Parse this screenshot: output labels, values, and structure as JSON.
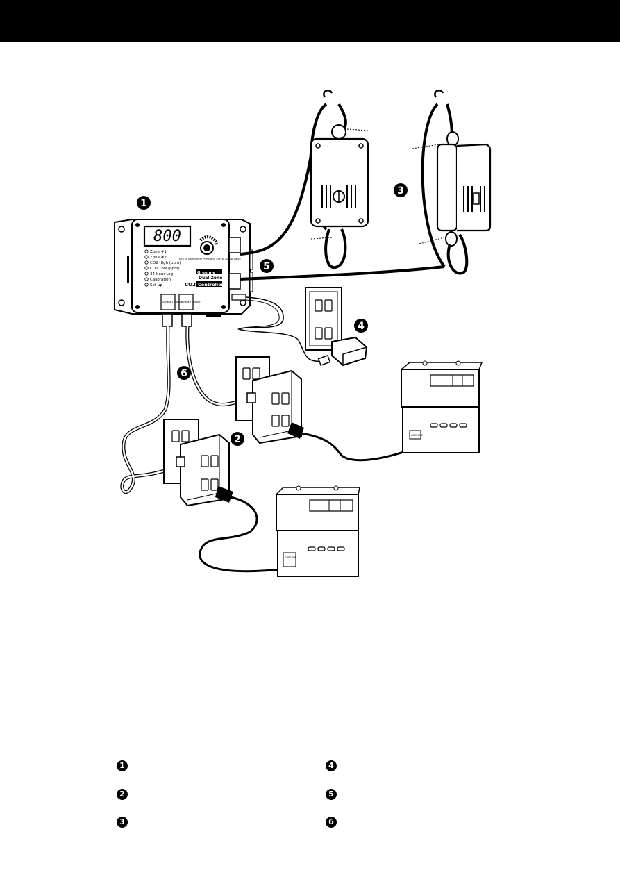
{
  "controller": {
    "display": "800",
    "menu_items": [
      "Zone #1",
      "Zone #2",
      "CO2 High (ppm)",
      "CO2 Low (ppm)",
      "24-hour Log",
      "Calibration",
      "Set-up"
    ],
    "brand": "Greenne",
    "product_line1": "Dual Zone",
    "product_line2": "CO2",
    "product_line3": "Controller",
    "knob_hint": "Turn to Select Item Press and Turn to Adjust Value",
    "outlet_1": "Zone #1 Output",
    "outlet_2": "Zone #2 Output"
  },
  "generator_label": "GREENNE",
  "callouts": [
    "1",
    "2",
    "3",
    "4",
    "5",
    "6"
  ],
  "legend": [
    {
      "number": "1"
    },
    {
      "number": "2"
    },
    {
      "number": "3"
    },
    {
      "number": "4"
    },
    {
      "number": "5"
    },
    {
      "number": "6"
    }
  ]
}
